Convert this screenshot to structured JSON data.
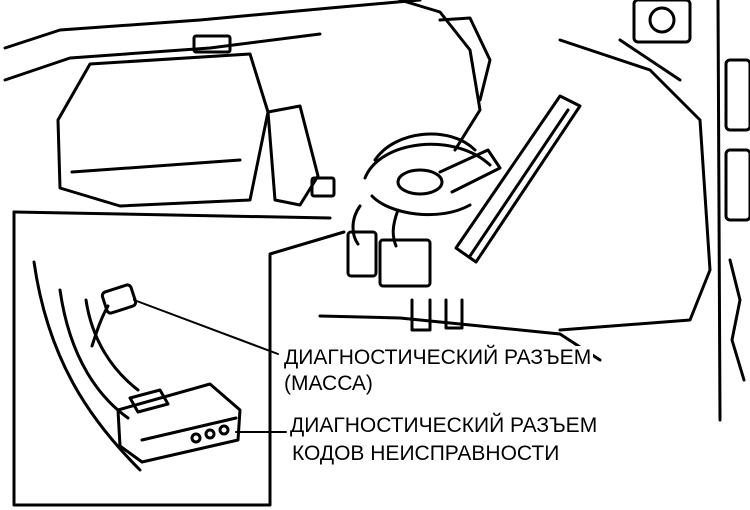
{
  "colors": {
    "ink": "#000000",
    "paper": "#ffffff"
  },
  "labels": {
    "ground_connector_line1": "ДИАГНОСТИЧЕСКИЙ РАЗЪЕМ",
    "ground_connector_line2": "(МАССА)",
    "fault_code_connector_line1": "ДИАГНОСТИЧЕСКИЙ РАЗЪЕМ",
    "fault_code_connector_line2": "КОДОВ НЕИСПРАВНОСТИ"
  }
}
